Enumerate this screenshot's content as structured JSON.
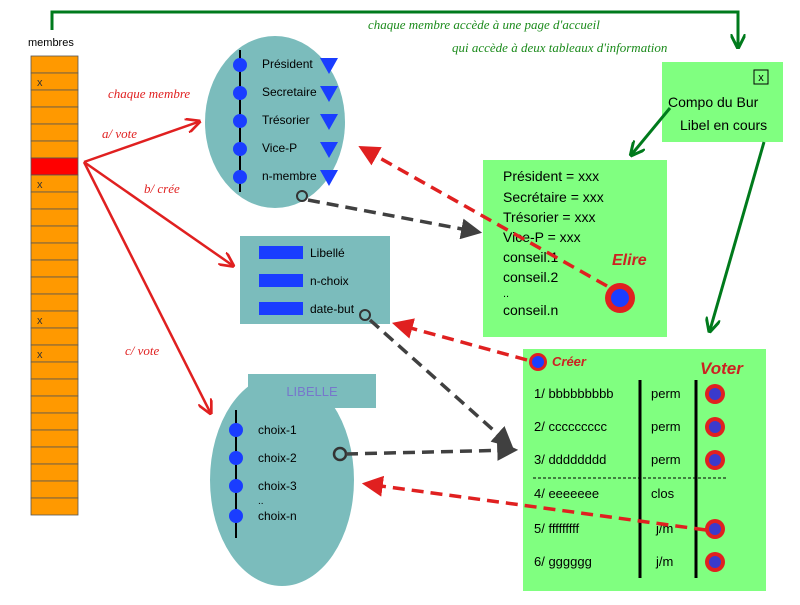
{
  "top_note": {
    "line1": "chaque membre accède à une page d'accueil",
    "line2": "qui accède à deux tableaux d'information"
  },
  "members": {
    "title": "membres",
    "rows": [
      "",
      "x",
      "",
      "",
      "",
      "",
      "",
      "x",
      "",
      "",
      "",
      "",
      "",
      "",
      "",
      "x",
      "",
      "x",
      "",
      "",
      "",
      "",
      "",
      "",
      "",
      "",
      ""
    ],
    "highlight_index": 6,
    "colors": {
      "row": "#ff9900",
      "highlight": "#ff0000"
    }
  },
  "arrow_labels": {
    "chaque_membre": "chaque membre",
    "a_vote": "a/ vote",
    "b_cree": "b/ crée",
    "c_vote": "c/ vote"
  },
  "bureau_roles": [
    "Président",
    "Secretaire",
    "Trésorier",
    "Vice-P",
    "n-membre"
  ],
  "creation_form": {
    "fields": [
      "Libellé",
      "n-choix",
      "date-but"
    ]
  },
  "vote_oval": {
    "header": "LIBELLE",
    "choices": [
      "choix-1",
      "choix-2",
      "choix-3",
      "..",
      "choix-n"
    ]
  },
  "compo_box": {
    "close_symbol": "x",
    "line1": "Compo du Bur",
    "line2": "Libel en cours"
  },
  "bureau_table": {
    "lines": [
      "Président = xxx",
      "Secrétaire = xxx",
      "Trésorier = xxx",
      "Vice-P = xxx",
      "conseil.1",
      "conseil.2",
      "..",
      "conseil.n"
    ],
    "action": "Elire"
  },
  "votes_table": {
    "create_label": "Créer",
    "action": "Voter",
    "rows": [
      {
        "label": "1/ bbbbbbbbb",
        "status": "perm",
        "votable": true
      },
      {
        "label": "2/ ccccccccc",
        "status": "perm",
        "votable": true
      },
      {
        "label": "3/ dddddddd",
        "status": "perm",
        "votable": true
      },
      {
        "label": "4/ eeeeeee",
        "status": "clos",
        "votable": false
      },
      {
        "label": "5/ fffffffff",
        "status": "j/m",
        "votable": true
      },
      {
        "label": "6/  gggggg",
        "status": "j/m",
        "votable": true
      }
    ]
  },
  "colors": {
    "green_arrow": "#007a1c",
    "red_arrow": "#e02020",
    "teal": "#7bbcbc",
    "light_green": "#80ff80",
    "blue_marker": "#1a3dff",
    "dark_dash": "#404040"
  }
}
